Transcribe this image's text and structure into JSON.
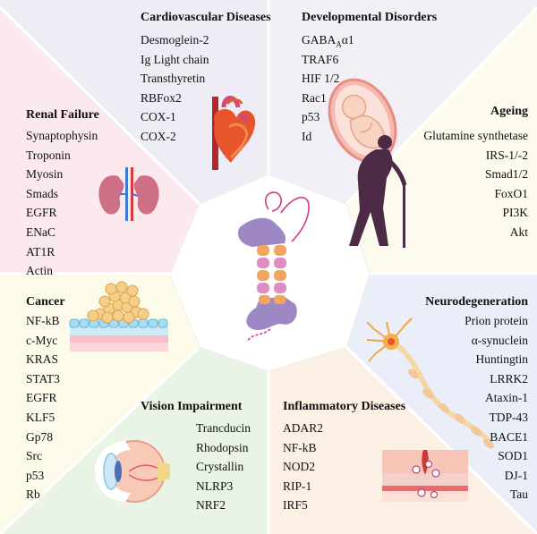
{
  "colors": {
    "cardiovascular": "#eeecf5",
    "developmental": "#f3eff6",
    "renal": "#fbe9ee",
    "ageing": "#fdfbee",
    "cancer": "#fcfbea",
    "neurodegeneration": "#eaeef8",
    "vision": "#e9f3e6",
    "inflammatory": "#fcefe4",
    "center": "#ffffff",
    "divider": "#ffffff",
    "protein_purple": "#9d87c4",
    "protein_orange": "#f2a560",
    "protein_pink": "#dd8cc4",
    "protein_strand": "#d63888"
  },
  "icons": {
    "cardiovascular": "heart-icon",
    "developmental": "fetus-icon",
    "renal": "kidney-icon",
    "ageing": "elderly-person-icon",
    "cancer": "tumor-tissue-icon",
    "neurodegeneration": "neuron-icon",
    "vision": "eye-icon",
    "inflammatory": "inflamed-skin-icon",
    "center": "protein-structure-icon"
  },
  "panels": {
    "cardiovascular": {
      "title": "Cardiovascular Diseases",
      "items": [
        "Desmoglein-2",
        "Ig Light chain",
        "Transthyretin",
        "RBFox2",
        "COX-1",
        "COX-2"
      ]
    },
    "developmental": {
      "title": "Developmental Disorders",
      "items": [
        "GABAAα1",
        "TRAF6",
        "HIF 1/2",
        "Rac1",
        "p53",
        "Id"
      ]
    },
    "renal": {
      "title": "Renal Failure",
      "items": [
        "Synaptophysin",
        "Troponin",
        "Myosin",
        "Smads",
        "EGFR",
        "ENaC",
        "AT1R",
        "Actin"
      ]
    },
    "ageing": {
      "title": "Ageing",
      "items": [
        "Glutamine synthetase",
        "IRS-1/-2",
        "Smad1/2",
        "FoxO1",
        "PI3K",
        "Akt"
      ]
    },
    "cancer": {
      "title": "Cancer",
      "items": [
        "NF-kB",
        "c-Myc",
        "KRAS",
        "STAT3",
        "EGFR",
        "KLF5",
        "Gp78",
        "Src",
        "p53",
        "Rb"
      ]
    },
    "neurodegeneration": {
      "title": "Neurodegeneration",
      "items": [
        "Prion protein",
        "α-synuclein",
        "Huntingtin",
        "LRRK2",
        "Ataxin-1",
        "TDP-43",
        "BACE1",
        "SOD1",
        "DJ-1",
        "Tau"
      ]
    },
    "vision": {
      "title": "Vision Impairment",
      "items": [
        "Trancducin",
        "Rhodopsin",
        "Crystallin",
        "NLRP3",
        "NRF2"
      ]
    },
    "inflammatory": {
      "title": "Inflammatory Diseases",
      "items": [
        "ADAR2",
        "NF-kB",
        "NOD2",
        "RIP-1",
        "IRF5"
      ]
    }
  }
}
